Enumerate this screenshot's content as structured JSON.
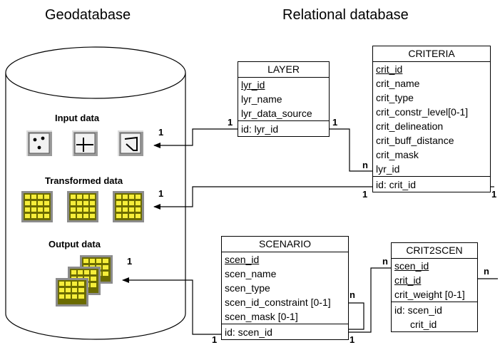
{
  "headers": {
    "geodatabase": "Geodatabase",
    "relational": "Relational database"
  },
  "cylinder_labels": {
    "input": "Input data",
    "transformed": "Transformed data",
    "output": "Output data"
  },
  "layer": {
    "title": "LAYER",
    "fields": [
      "lyr_id",
      "lyr_name",
      "lyr_data_source"
    ],
    "id_rows": [
      "id: lyr_id"
    ]
  },
  "criteria": {
    "title": "CRITERIA",
    "fields": [
      "crit_id",
      "crit_name",
      "crit_type",
      "crit_constr_level[0-1]",
      "crit_delineation",
      "crit_buff_distance",
      "crit_mask",
      "lyr_id"
    ],
    "id_rows": [
      "id: crit_id"
    ]
  },
  "scenario": {
    "title": "SCENARIO",
    "fields": [
      "scen_id",
      "scen_name",
      "scen_type",
      "scen_id_constraint [0-1]",
      "scen_mask [0-1]"
    ],
    "id_rows": [
      "id:  scen_id"
    ]
  },
  "crit2scen": {
    "title": "CRIT2SCEN",
    "fields": [
      "scen_id",
      "crit_id",
      "crit_weight [0-1]"
    ],
    "id_rows": [
      "id: scen_id",
      "crit_id"
    ]
  },
  "multiplicities": {
    "input_arrow": "1",
    "layer_left": "1",
    "layer_right": "1",
    "criteria_lyr_id": "n",
    "transformed_arrow": "1",
    "criteria_left": "1",
    "criteria_right": "1",
    "output_arrow": "1",
    "scenario_left": "1",
    "scenario_self": "n",
    "scenario_right": "1",
    "crit2scen_left": "n",
    "crit2scen_right": "n"
  }
}
